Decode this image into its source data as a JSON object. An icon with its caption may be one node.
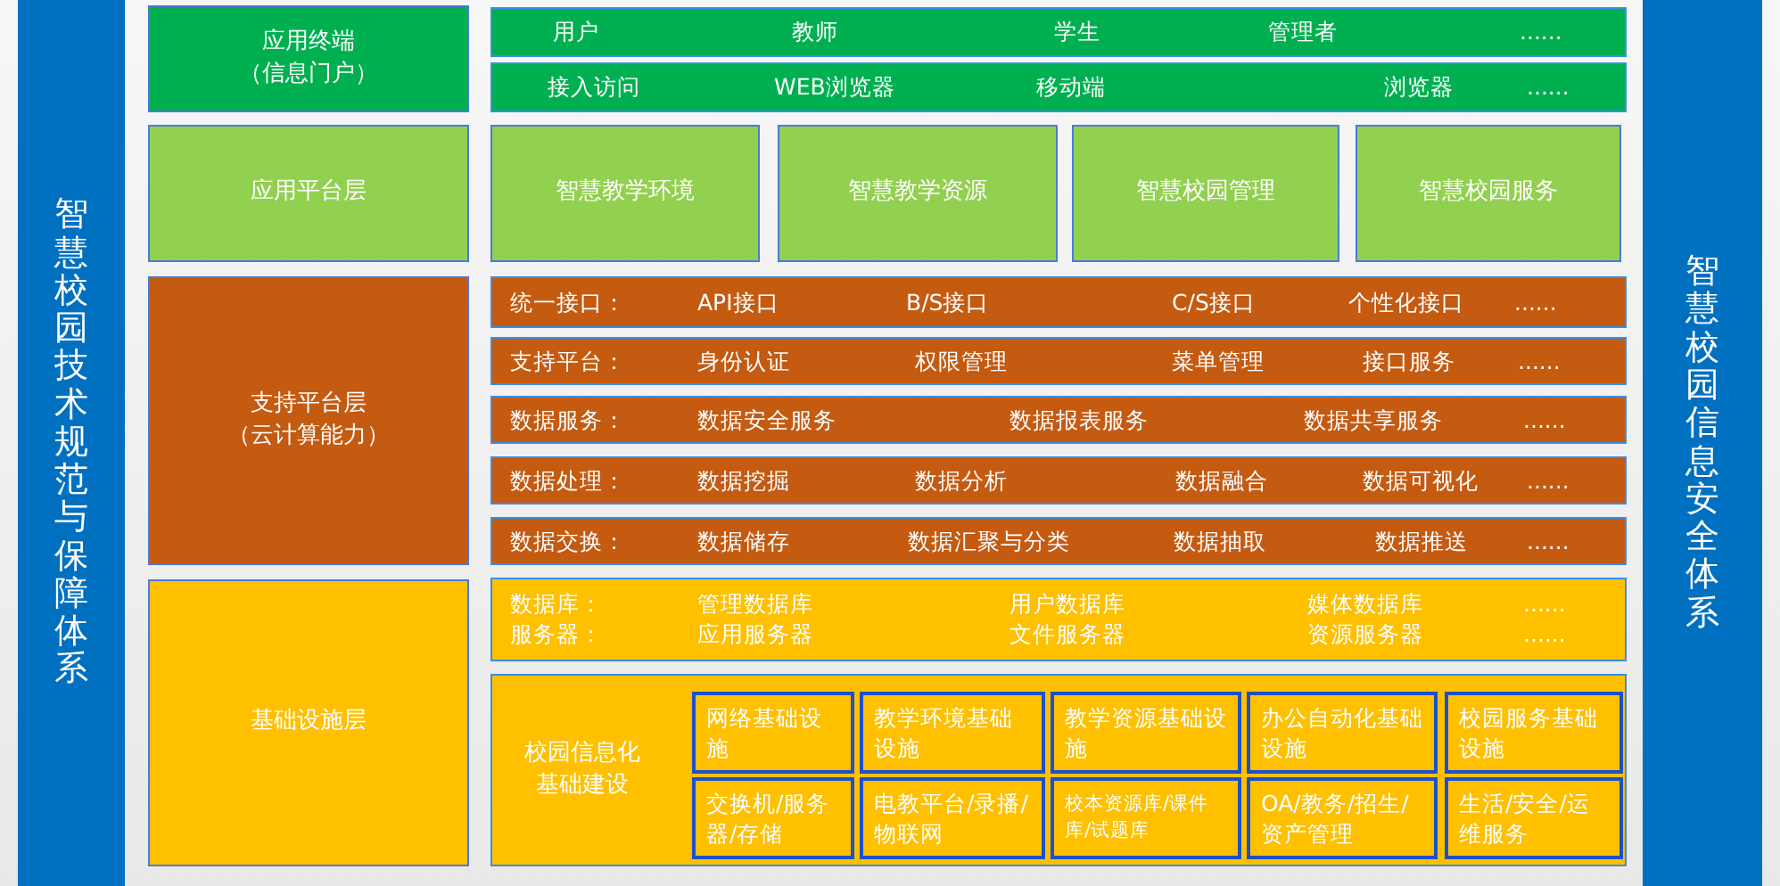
{
  "diagram": {
    "nodes": [
      {
        "text": [
          "智慧校园技术规范与保障体系"
        ]
      },
      {
        "text": [
          "应用终端（信息门户）"
        ]
      },
      {
        "text": [
          "用户",
          "教师",
          "学生",
          "管理者",
          "......"
        ]
      },
      {
        "text": [
          "接入访问",
          "WEB浏览器",
          "移动端",
          "浏览器",
          "......"
        ]
      },
      {
        "text": [
          "应用平台层"
        ]
      },
      {
        "text": [
          "智慧教学环境"
        ]
      },
      {
        "text": [
          "智慧教学资源"
        ]
      },
      {
        "text": [
          "智慧校园管理"
        ]
      },
      {
        "text": [
          "智慧校园服务"
        ]
      },
      {
        "text": [
          "支持平台层（云计算能力）"
        ]
      },
      {
        "text": [
          "统一接口：",
          "API接口",
          "B/S接口",
          "C/S接口",
          "个性化接口",
          "......"
        ]
      },
      {
        "text": [
          "支持平台：",
          "身份认证",
          "权限管理",
          "菜单管理",
          "接口服务",
          "......"
        ]
      },
      {
        "text": [
          "数据服务：",
          "数据安全服务",
          "数据报表服务",
          "数据共享服务",
          "......"
        ]
      },
      {
        "text": [
          "数据处理：",
          "数据挖掘",
          "数据分析",
          "数据融合",
          "数据可视化",
          "......"
        ]
      },
      {
        "text": [
          "数据交换：",
          "数据储存",
          "数据汇聚与分类",
          "数据抽取",
          "数据推送",
          "......"
        ]
      },
      {
        "text": [
          "基础设施层"
        ]
      },
      {
        "text": [
          "数据库：",
          "管理数据库",
          "用户数据库",
          "媒体数据库",
          "......",
          "服务器：",
          "应用服务器",
          "文件服务器",
          "资源服务器",
          "......"
        ]
      },
      {
        "text": [
          "校园信息化基础建设"
        ]
      },
      {
        "text": [
          "网络基础设施"
        ],
        "in": 17
      },
      {
        "text": [
          "教学环境基础设施"
        ],
        "in": 17
      },
      {
        "text": [
          "教学资源基础设施"
        ],
        "in": 17
      },
      {
        "text": [
          "办公自动化基础设施"
        ],
        "in": 17
      },
      {
        "text": [
          "校园服务基础设施"
        ],
        "in": 17
      },
      {
        "text": [
          "交换机/服务器/存储"
        ],
        "in": 17
      },
      {
        "text": [
          "电教平台/录播/物联网"
        ],
        "in": 17
      },
      {
        "text": [
          "校本资源库/课件库/试题库"
        ],
        "in": 17
      },
      {
        "text": [
          "OA/教务/招生/资产管理"
        ],
        "in": 17
      },
      {
        "text": [
          "生活/安全/运维服务"
        ],
        "in": 17
      },
      {
        "text": [
          "智慧校园信息安全体系"
        ]
      }
    ]
  }
}
